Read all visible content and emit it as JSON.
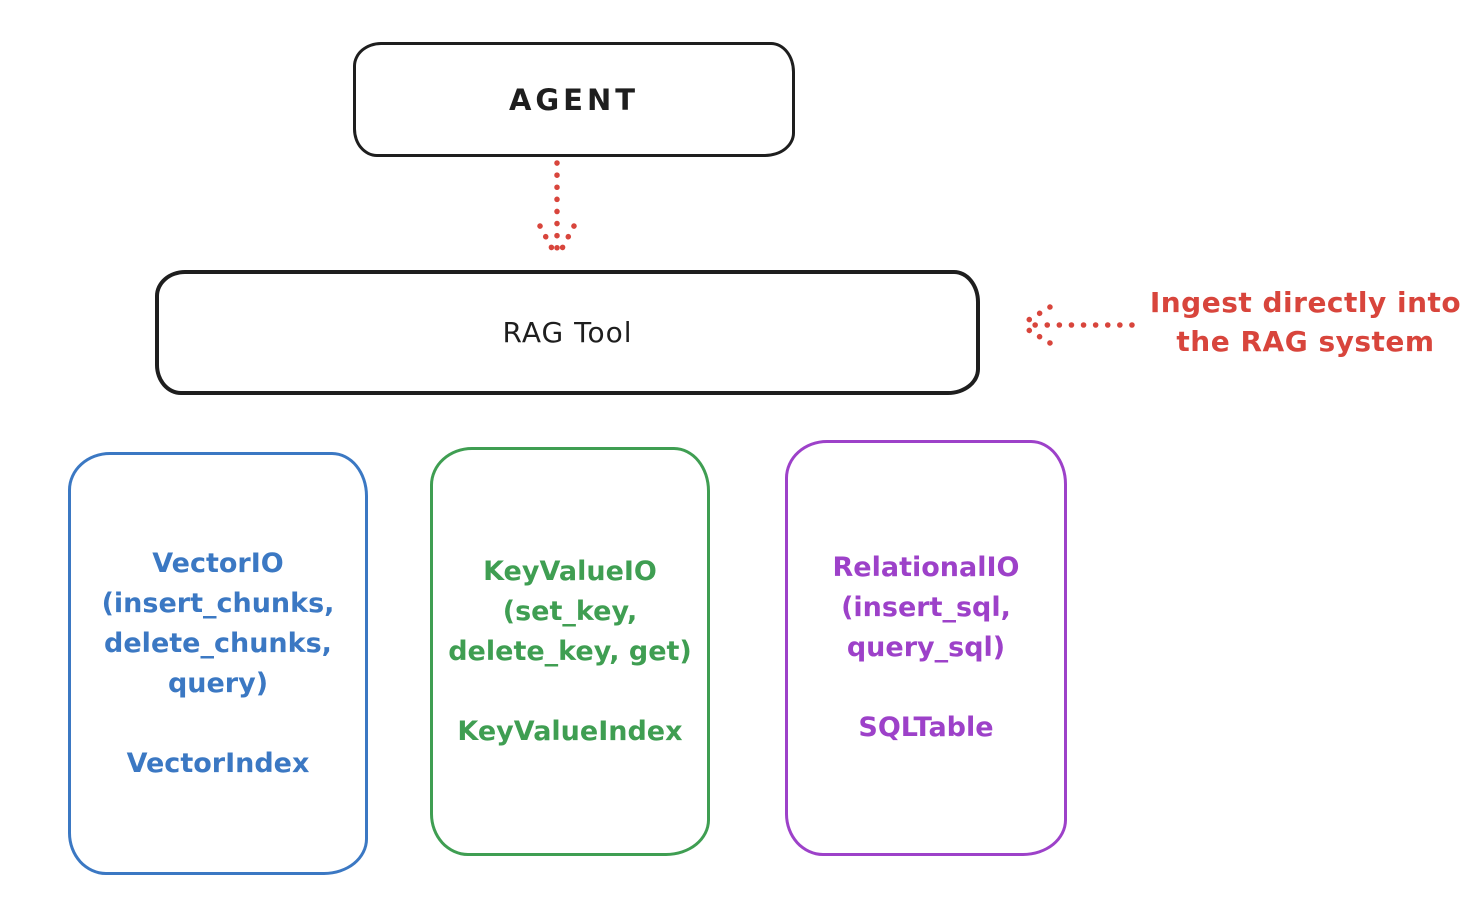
{
  "diagram": {
    "title_context": "RAG Tool architecture sketch",
    "colors": {
      "ink": "#1e1e1e",
      "red": "#d8453c",
      "blue": "#3b78c3",
      "green": "#3f9e52",
      "purple": "#9d41c9",
      "background": "#ffffff"
    },
    "nodes": {
      "agent": {
        "label": "AGENT"
      },
      "rag_tool": {
        "label": "RAG Tool"
      },
      "vector_io": {
        "lines": [
          "VectorIO",
          "(insert_chunks,",
          "delete_chunks,",
          "query)"
        ],
        "secondary": "VectorIndex"
      },
      "key_value_io": {
        "lines": [
          "KeyValueIO",
          "(set_key,",
          "delete_key, get)"
        ],
        "secondary": "KeyValueIndex"
      },
      "relational_io": {
        "lines": [
          "RelationalIO",
          "(insert_sql,",
          "query_sql)"
        ],
        "secondary": "SQLTable"
      }
    },
    "annotation": {
      "lines": [
        "Ingest directly into",
        "the RAG system"
      ]
    },
    "arrows": {
      "agent_to_rag": "dotted-down-arrow",
      "annotation_to_rag": "dotted-left-arrow"
    }
  }
}
